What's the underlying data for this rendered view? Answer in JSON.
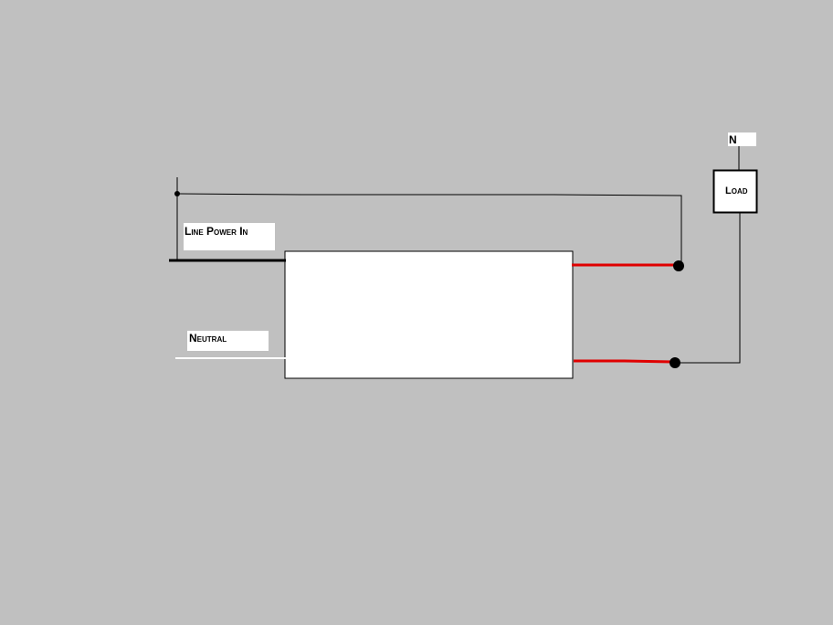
{
  "labels": {
    "line_power_in": "Line Power In",
    "neutral": "Neutral",
    "load": "Load",
    "n": "N"
  },
  "colors": {
    "background": "#c0c0c0",
    "wire": "#000000",
    "hot_output_wire": "#e00000",
    "neutral_wire": "#ffffff",
    "device_body": "#ffffff"
  }
}
